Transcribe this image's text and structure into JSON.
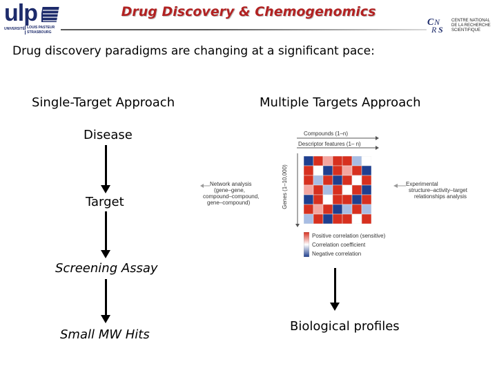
{
  "header": {
    "title": "Drug Discovery & Chemogenomics",
    "logo_left": {
      "name": "ulp",
      "text": "ulp",
      "sub_left": "UNIVERSITÉ",
      "sub_right_1": "LOUIS PASTEUR",
      "sub_right_2": "STRASBOURG"
    },
    "logo_right": {
      "name": "cnrs",
      "text": "CNRS",
      "lines": [
        "CENTRE NATIONAL",
        "DE LA RECHERCHE",
        "SCIENTIFIQUE"
      ]
    }
  },
  "intro_text": "Drug discovery paradigms are changing at a significant pace:",
  "left_column": {
    "title": "Single-Target Approach",
    "steps": [
      "Disease",
      "Target",
      "Screening Assay",
      "Small MW Hits"
    ]
  },
  "right_column": {
    "title": "Multiple Targets Approach",
    "figure": {
      "top_axis_1": "Compounds (1–n)",
      "top_axis_2": "Descriptor features (1– n)",
      "left_axis": "Genes (1–10,000)",
      "left_note": [
        "Network analysis",
        "(gene–gene,",
        "compound–compound,",
        "gene–compound)"
      ],
      "right_note": [
        "Experimental",
        "structure–activity–target",
        "relationships analysis"
      ],
      "legend": [
        "Positive correlation (sensitive)",
        "Correlation coefficient",
        "Negative correlation"
      ],
      "colors": {
        "positive": "#d7301f",
        "negative": "#1f3f8f",
        "neutral": "#ffffff",
        "light_red": "#f4a6a0",
        "light_blue": "#a8bde3"
      },
      "heatmap_grid": [
        [
          "neg",
          "red",
          "lred",
          "red",
          "red",
          "lblue",
          "neu"
        ],
        [
          "red",
          "neu",
          "neg",
          "red",
          "lred",
          "red",
          "neg"
        ],
        [
          "red",
          "lblue",
          "red",
          "neg",
          "red",
          "neu",
          "red"
        ],
        [
          "lred",
          "red",
          "lblue",
          "red",
          "neu",
          "red",
          "neg"
        ],
        [
          "neg",
          "red",
          "neu",
          "red",
          "red",
          "neg",
          "red"
        ],
        [
          "red",
          "lred",
          "red",
          "neg",
          "lblue",
          "red",
          "lblue"
        ],
        [
          "lblue",
          "red",
          "neg",
          "red",
          "red",
          "neu",
          "red"
        ]
      ]
    },
    "result": "Biological profiles"
  }
}
